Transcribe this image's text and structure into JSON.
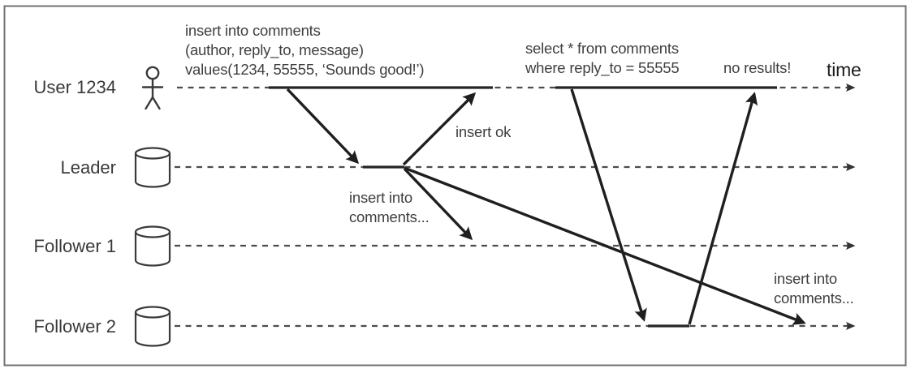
{
  "diagram": {
    "time_axis_label": "time",
    "lanes": [
      {
        "label": "User 1234",
        "icon": "person-icon"
      },
      {
        "label": "Leader",
        "icon": "database-icon"
      },
      {
        "label": "Follower 1",
        "icon": "database-icon"
      },
      {
        "label": "Follower 2",
        "icon": "database-icon"
      }
    ],
    "annotations": {
      "insert_query": [
        "insert into comments",
        "(author, reply_to, message)",
        "values(1234, 55555, ‘Sounds good!’)"
      ],
      "insert_ok": "insert ok",
      "leader_to_follower1": [
        "insert into",
        "comments..."
      ],
      "select_query": [
        "select * from comments",
        "where reply_to = 55555"
      ],
      "no_results": "no results!",
      "leader_to_follower2": [
        "insert into",
        "comments..."
      ]
    },
    "colors": {
      "ink": "#262626",
      "dashed_line": "#4c4c4c",
      "text": "#3f3f3f",
      "frame": "#707070",
      "background": "#ffffff"
    }
  }
}
